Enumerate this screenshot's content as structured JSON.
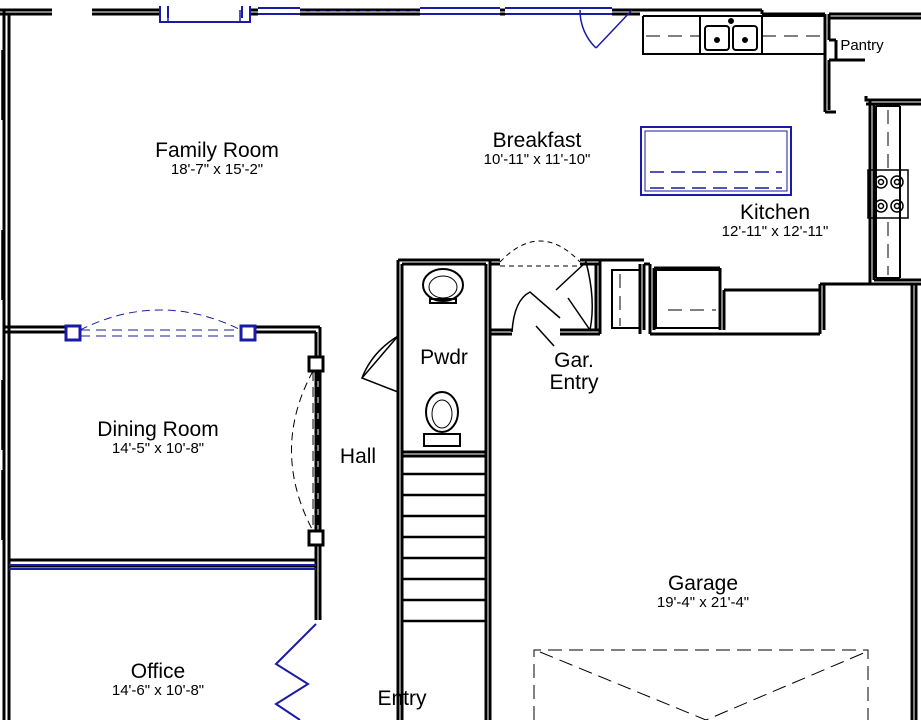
{
  "rooms": {
    "family": {
      "name": "Family Room",
      "dim": "18'-7\" x 15'-2\""
    },
    "breakfast": {
      "name": "Breakfast",
      "dim": "10'-11\" x 11'-10\""
    },
    "kitchen": {
      "name": "Kitchen",
      "dim": "12'-11\" x 12'-11\""
    },
    "pantry": {
      "name": "Pantry"
    },
    "pwdr": {
      "name": "Pwdr"
    },
    "gar_entry": {
      "line1": "Gar.",
      "line2": "Entry"
    },
    "dining": {
      "name": "Dining Room",
      "dim": "14'-5\" x 10'-8\""
    },
    "hall": {
      "name": "Hall"
    },
    "garage": {
      "name": "Garage",
      "dim": "19'-4\" x 21'-4\""
    },
    "office": {
      "name": "Office",
      "dim": "14'-6\" x 10'-8\""
    },
    "entry": {
      "name": "Entry"
    }
  },
  "colors": {
    "wall": "#000000",
    "fixture": "#1a1aa8"
  }
}
